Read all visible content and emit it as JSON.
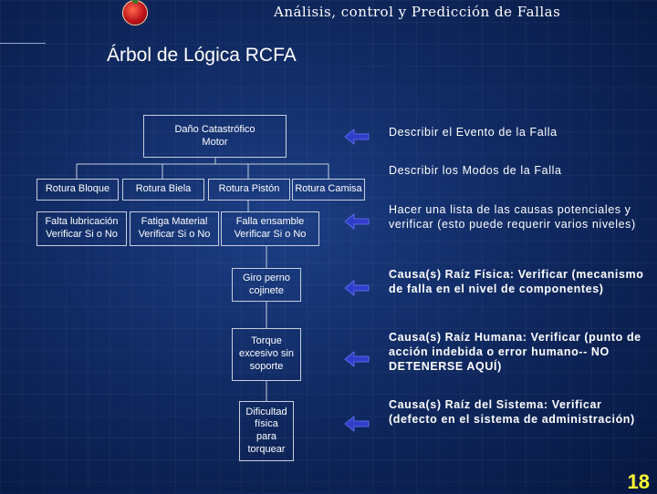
{
  "header": {
    "course_title": "Análisis, control y Predicción de Fallas"
  },
  "slide": {
    "title": "Árbol de Lógica RCFA",
    "page_number": "18"
  },
  "tree": {
    "root": "Daño Catastrófico\nMotor",
    "modes": [
      "Rotura Bloque",
      "Rotura Biela",
      "Rotura Pistón",
      "Rotura Camisa"
    ],
    "hypotheses": [
      "Falta lubricación\nVerificar Si o No",
      "Fatiga Material\nVerificar Si o No",
      "Falla ensamble\nVerificar Si o No"
    ],
    "physical_cause": "Giro perno\ncojinete",
    "human_cause": "Torque\nexcesivo sin\nsoporte",
    "system_cause": "Dificultad\nfísica\npara\ntorquear"
  },
  "descriptions": {
    "event": "Describir el Evento de la Falla",
    "modes": "Describir los Modos de la Falla",
    "hypotheses": "Hacer una lista de las causas potenciales y verificar (esto puede requerir varios niveles)",
    "physical": "Causa(s) Raíz Física: Verificar (mecanismo de falla en el nivel de componentes)",
    "human": "Causa(s) Raíz Humana: Verificar (punto de acción indebida o error humano-- NO DETENERSE AQUÍ)",
    "system": "Causa(s) Raíz del Sistema: Verificar (defecto en el sistema de administración)"
  },
  "colors": {
    "arrow": "#2f3dc8",
    "page_number": "#ffff33",
    "line": "#c9cfdc"
  },
  "icons": {
    "arrow": "left-arrow-icon",
    "logo": "apple-logo-icon"
  }
}
